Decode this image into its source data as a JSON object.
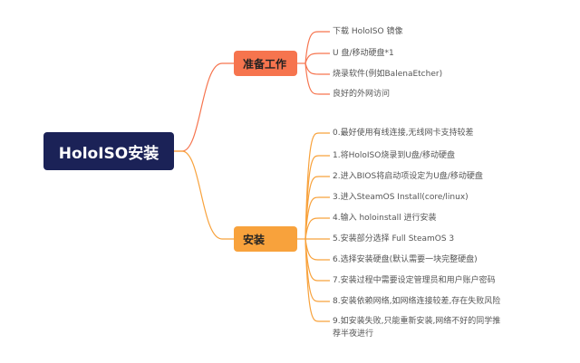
{
  "root": {
    "label": "HoloISO安装",
    "color": "#1b2257"
  },
  "branches": [
    {
      "label": "准备工作",
      "color": "#f6744e",
      "items": [
        "下载 HoloISO 镜像",
        "U 盘/移动硬盘*1",
        "烧录软件(例如BalenaEtcher)",
        "良好的外网访问"
      ]
    },
    {
      "label": "安装",
      "color": "#f8a23c",
      "items": [
        "0.最好使用有线连接,无线网卡支持较差",
        "1.将HoloISO烧录到U盘/移动硬盘",
        "2.进入BIOS将启动项设定为U盘/移动硬盘",
        "3.进入SteamOS Install(core/linux)",
        "4.输入 holoinstall 进行安装",
        "5.安装部分选择 Full SteamOS 3",
        "6.选择安装硬盘(默认需要一块完整硬盘)",
        "7.安装过程中需要设定管理员和用户账户密码",
        "8.安装依赖网络,如网络连接较差,存在失败风险",
        "9.如安装失败,只能重新安装,网络不好的同学推荐半夜进行"
      ]
    }
  ]
}
